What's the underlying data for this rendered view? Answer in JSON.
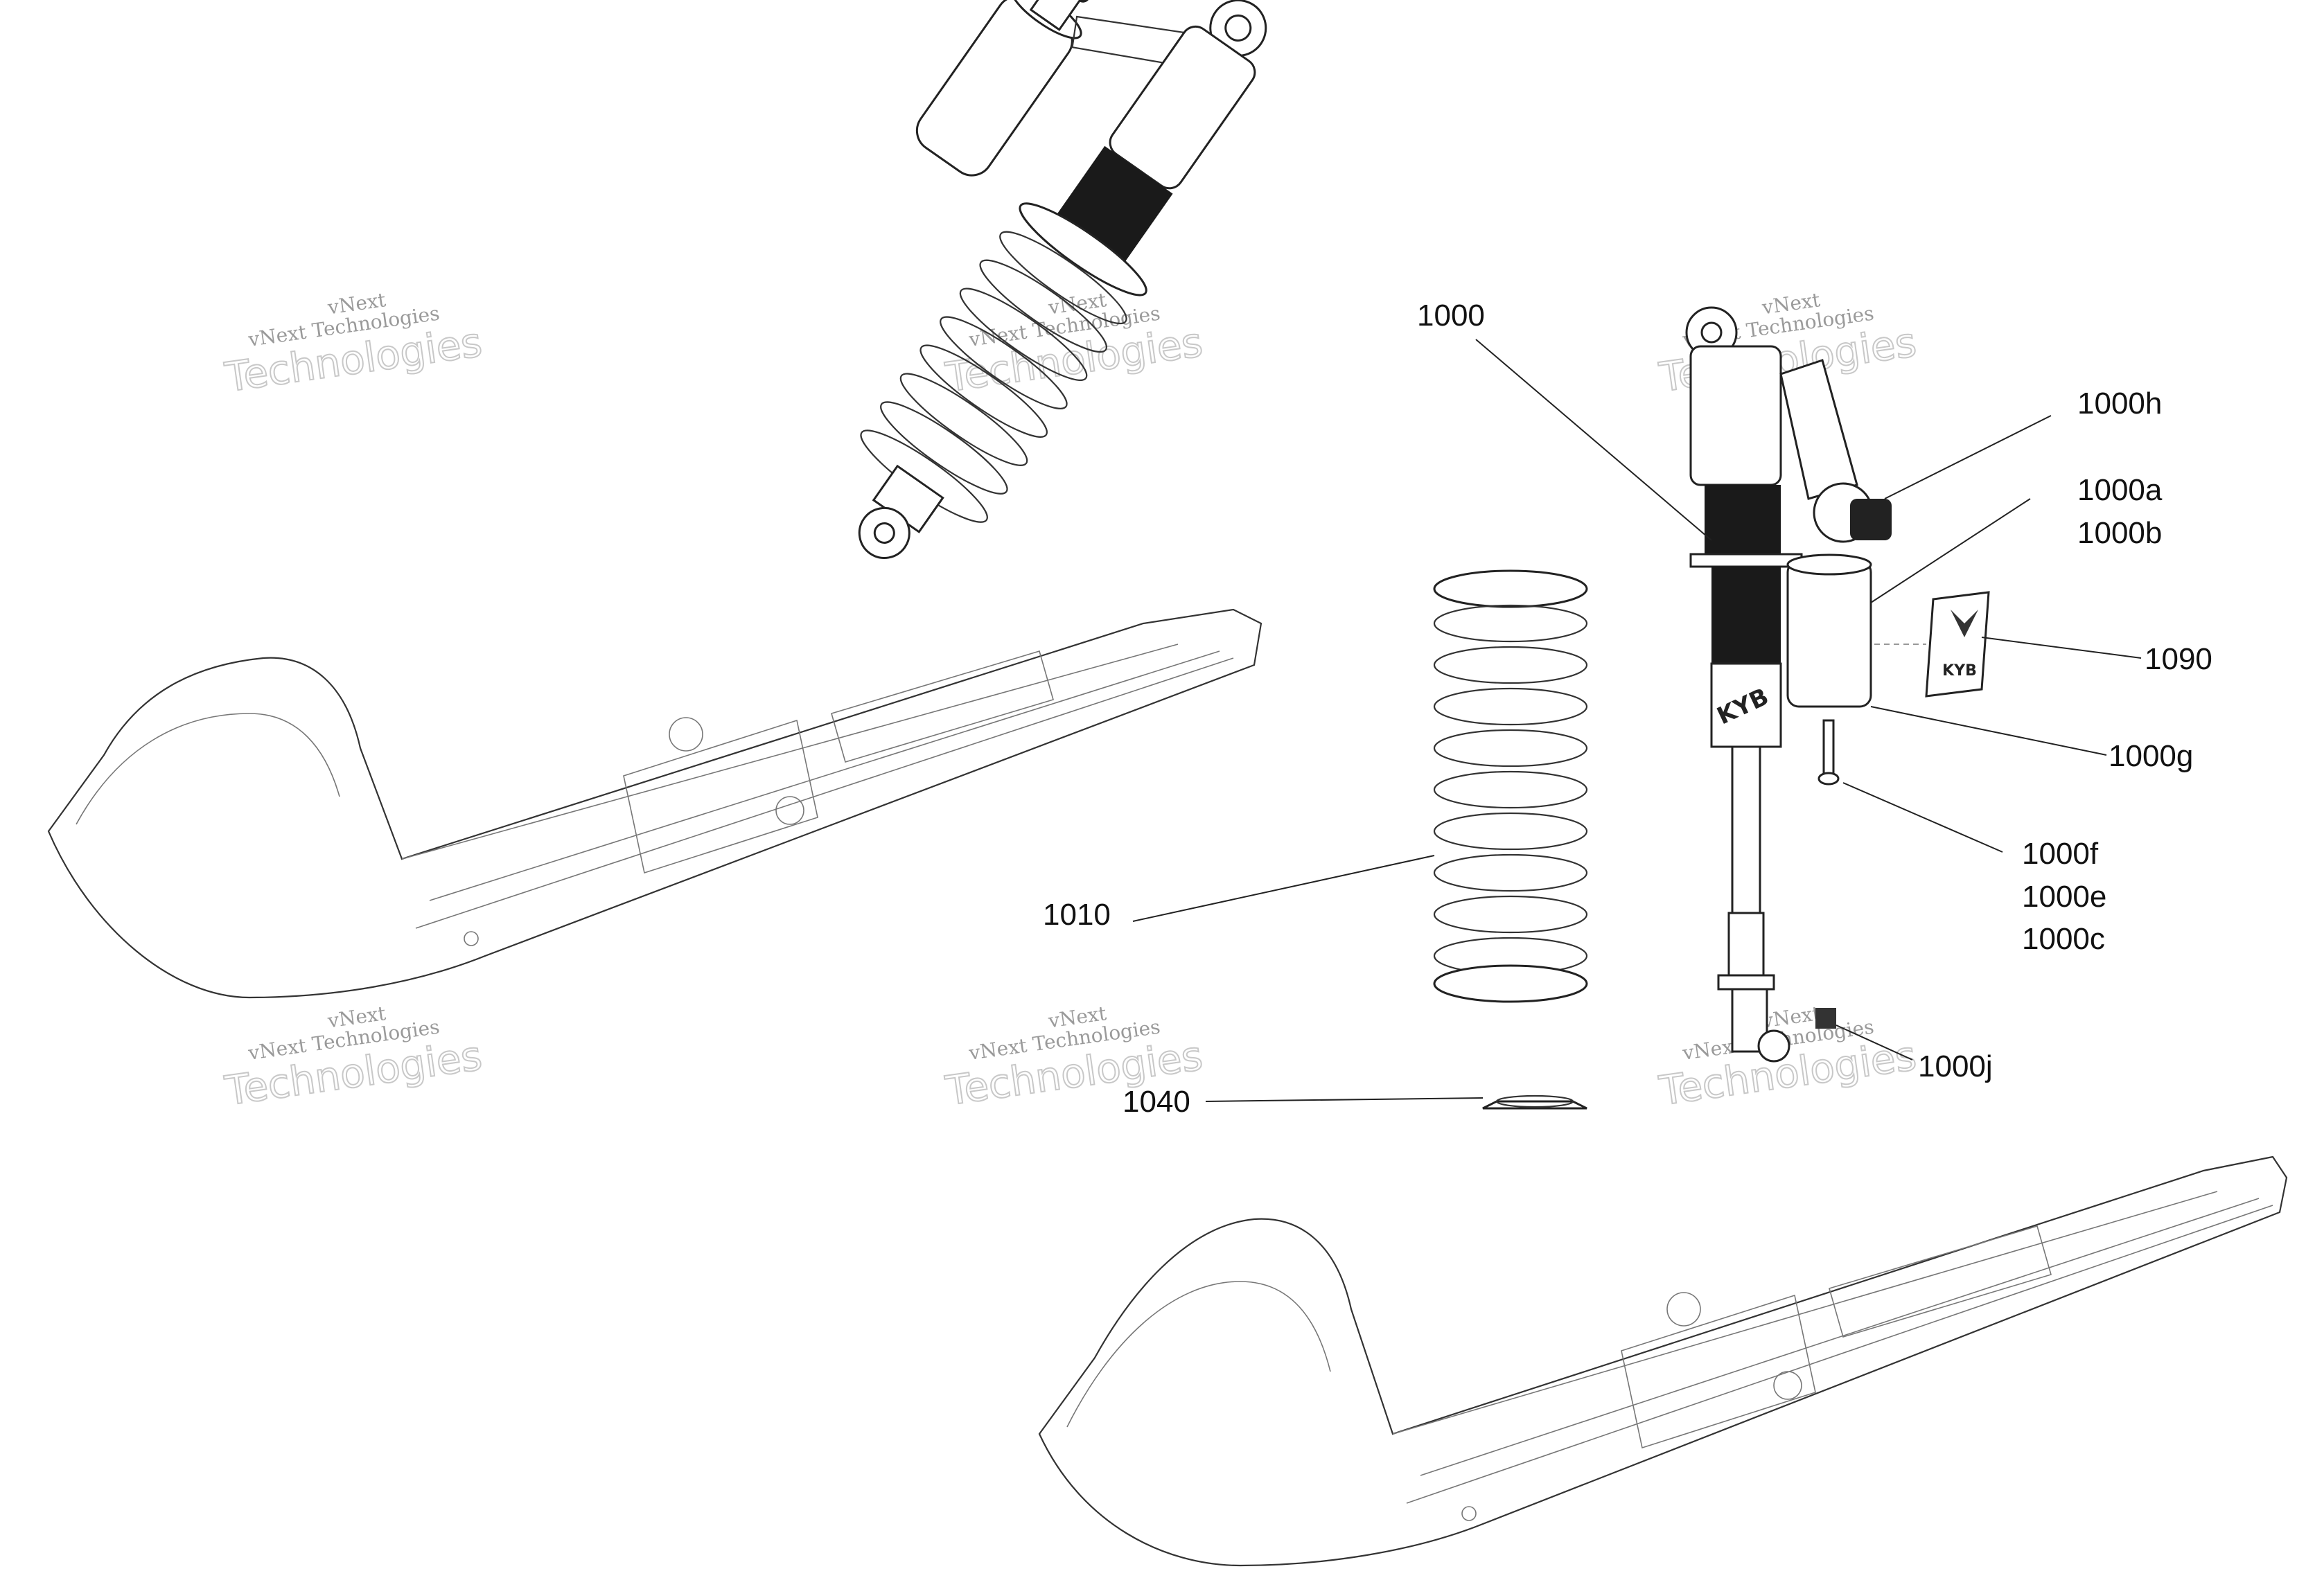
{
  "colors": {
    "line": "#333333",
    "label": "#111111",
    "watermark": "#9a9a9a",
    "dark_band": "#1a1a1a"
  },
  "watermarks": [
    {
      "line1": "vNext",
      "line2": "vNext Technologies",
      "line3": "Technologies"
    },
    {
      "line1": "vNext",
      "line2": "vNext Technologies",
      "line3": "Technologies"
    },
    {
      "line1": "vNext",
      "line2": "vNext Technologies",
      "line3": "Technologies"
    },
    {
      "line1": "vNext",
      "line2": "vNext Technologies",
      "line3": "Technologies"
    },
    {
      "line1": "vNext",
      "line2": "vNext Technologies",
      "line3": "Technologies"
    },
    {
      "line1": "vNext",
      "line2": "vNext Technologies",
      "line3": "Technologies"
    }
  ],
  "part_labels": {
    "p1000": "1000",
    "p1000h": "1000h",
    "p1000a": "1000a",
    "p1000b": "1000b",
    "p1090": "1090",
    "p1000g": "1000g",
    "p1000f": "1000f",
    "p1000e": "1000e",
    "p1000c": "1000c",
    "p1010": "1010",
    "p1000j": "1000j",
    "p1040": "1040"
  },
  "stamped_text": {
    "shock_brand": "KYB",
    "decal_brand": "KYB"
  }
}
